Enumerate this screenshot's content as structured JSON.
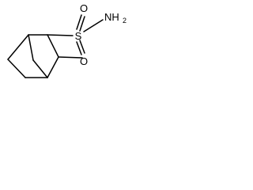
{
  "molecule": {
    "atoms": {
      "sulfur": "S",
      "oxygen_top": "O",
      "oxygen_bottom": "O",
      "amine_n": "NH",
      "amine_sub": "2"
    },
    "colors": {
      "bond": "#000000",
      "label": "#000000",
      "background": "#ffffff"
    }
  }
}
